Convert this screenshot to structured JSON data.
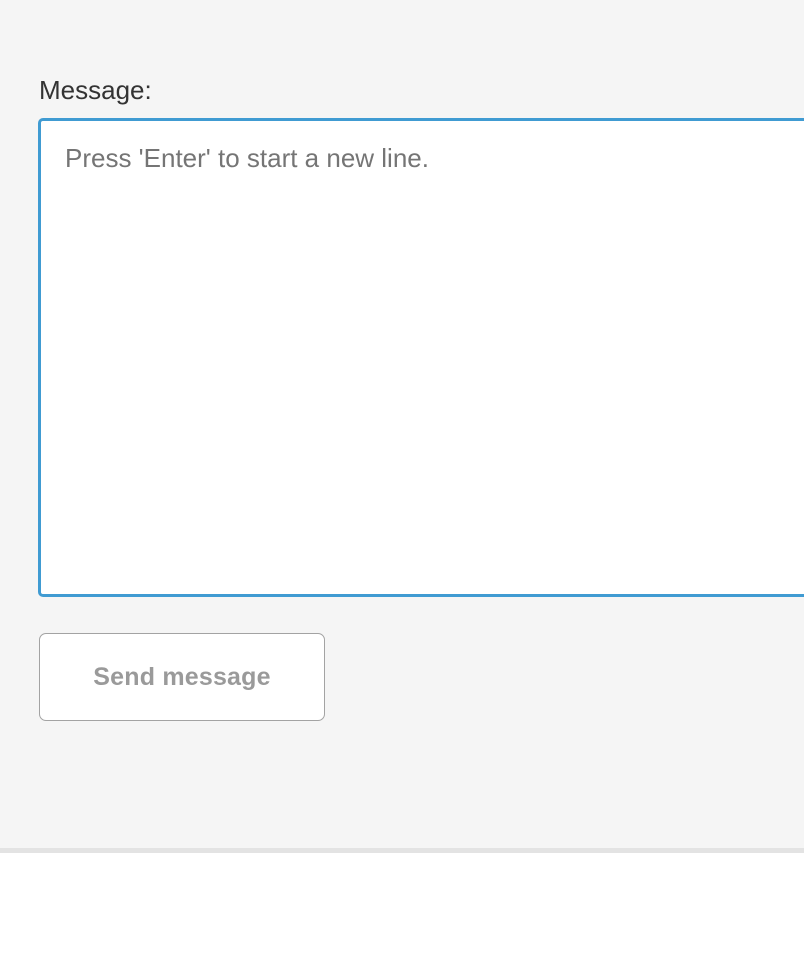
{
  "form": {
    "label": "Message:",
    "textarea": {
      "value": "",
      "placeholder": "Press 'Enter' to start a new line."
    },
    "submit_label": "Send message"
  },
  "colors": {
    "panel_background": "#f5f5f5",
    "page_background": "#ffffff",
    "focus_border": "#409bd2",
    "divider": "#e3e3e3",
    "label_text": "#333333",
    "placeholder_text": "#757575",
    "button_border": "#a3a3a3",
    "button_text": "#9a9a9a"
  }
}
